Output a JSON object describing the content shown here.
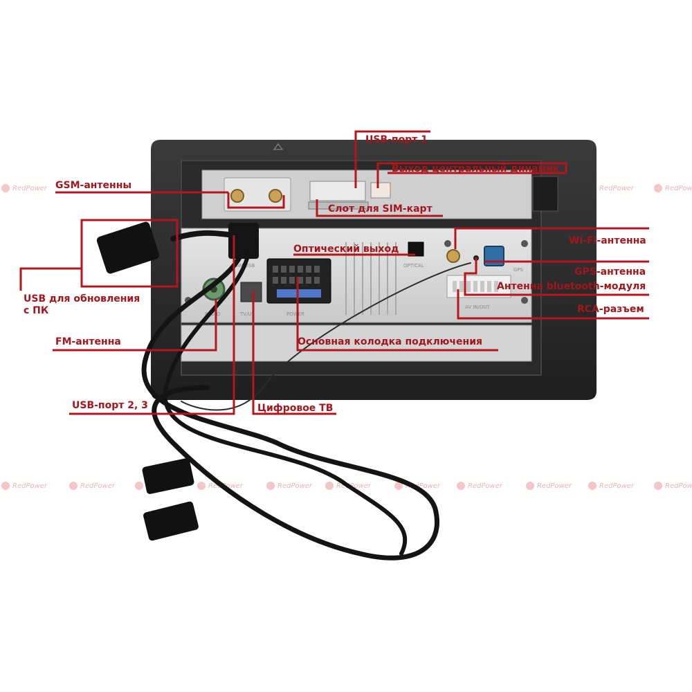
{
  "labels": {
    "usb_port_1": "USB-порт 1",
    "center_speaker_out": "Выход центральный динамик",
    "gsm_antennas": "GSM-антенны",
    "sim_slot": "Слот для SIM-карт",
    "optical_out": "Оптический выход",
    "wifi_antenna": "Wi-Fi-антенна",
    "gps_antenna": "GPS-антенна",
    "bluetooth_antenna": "Антенна bluetooth-модуля",
    "rca_connector": "RCA-разъем",
    "usb_update_line1": "USB для обновления",
    "usb_update_line2": "с ПК",
    "fm_antenna": "FM-антенна",
    "main_harness": "Основная колодка подключения",
    "usb_port_2_3": "USB-порт 2, 3",
    "digital_tv": "Цифровое ТВ"
  },
  "device_labels": {
    "cam_usb": "CAM USB",
    "radio": "RADIO",
    "tv_us": "TV/US",
    "power": "POWER",
    "optical": "OPTICAL",
    "gps": "GPS",
    "av_in_out": "AV IN/OUT"
  },
  "watermark": {
    "text": "RedPower",
    "color": "#e8b4b6"
  },
  "colors": {
    "callout_line": "#b3161c",
    "callout_text": "#a3161c",
    "frame": "#2b2b2b",
    "chassis": "#d9d9d9",
    "cable": "#141414"
  }
}
